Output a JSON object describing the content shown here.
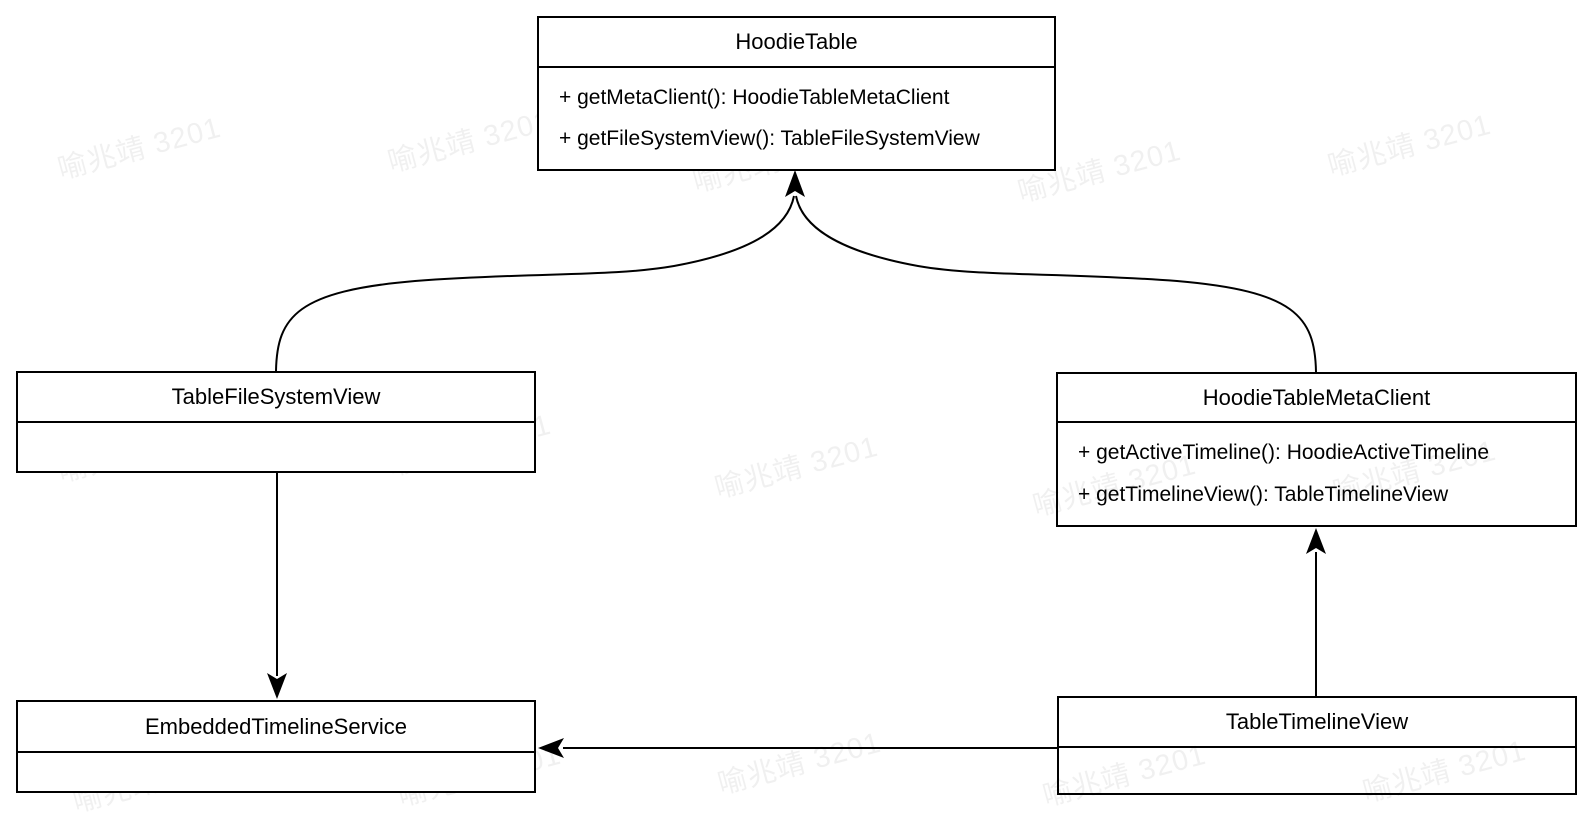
{
  "diagram": {
    "type": "uml-class-diagram",
    "watermark": {
      "text": "喻兆靖 3201"
    },
    "colors": {
      "box_fill": "#ffffff",
      "box_stroke": "#000000",
      "text": "#000000",
      "watermark": "rgba(0,0,0,0.06)"
    },
    "classes": [
      {
        "name": "HoodieTable",
        "methods": [
          "+ getMetaClient(): HoodieTableMetaClient",
          "+ getFileSystemView(): TableFileSystemView"
        ]
      },
      {
        "name": "TableFileSystemView",
        "methods": []
      },
      {
        "name": "HoodieTableMetaClient",
        "methods": [
          "+ getActiveTimeline(): HoodieActiveTimeline",
          "+ getTimelineView(): TableTimelineView"
        ]
      },
      {
        "name": "EmbeddedTimelineService",
        "methods": []
      },
      {
        "name": "TableTimelineView",
        "methods": []
      }
    ],
    "relations": [
      {
        "from": "TableFileSystemView",
        "to": "HoodieTable",
        "shape": "curved",
        "arrowhead": "filled-up"
      },
      {
        "from": "HoodieTableMetaClient",
        "to": "HoodieTable",
        "shape": "curved",
        "arrowhead": "filled-up"
      },
      {
        "from": "TableFileSystemView",
        "to": "EmbeddedTimelineService",
        "shape": "straight-vertical",
        "arrowhead": "filled-down"
      },
      {
        "from": "TableTimelineView",
        "to": "HoodieTableMetaClient",
        "shape": "straight-vertical",
        "arrowhead": "filled-up"
      },
      {
        "from": "TableTimelineView",
        "to": "EmbeddedTimelineService",
        "shape": "straight-horizontal",
        "arrowhead": "filled-left"
      }
    ]
  }
}
